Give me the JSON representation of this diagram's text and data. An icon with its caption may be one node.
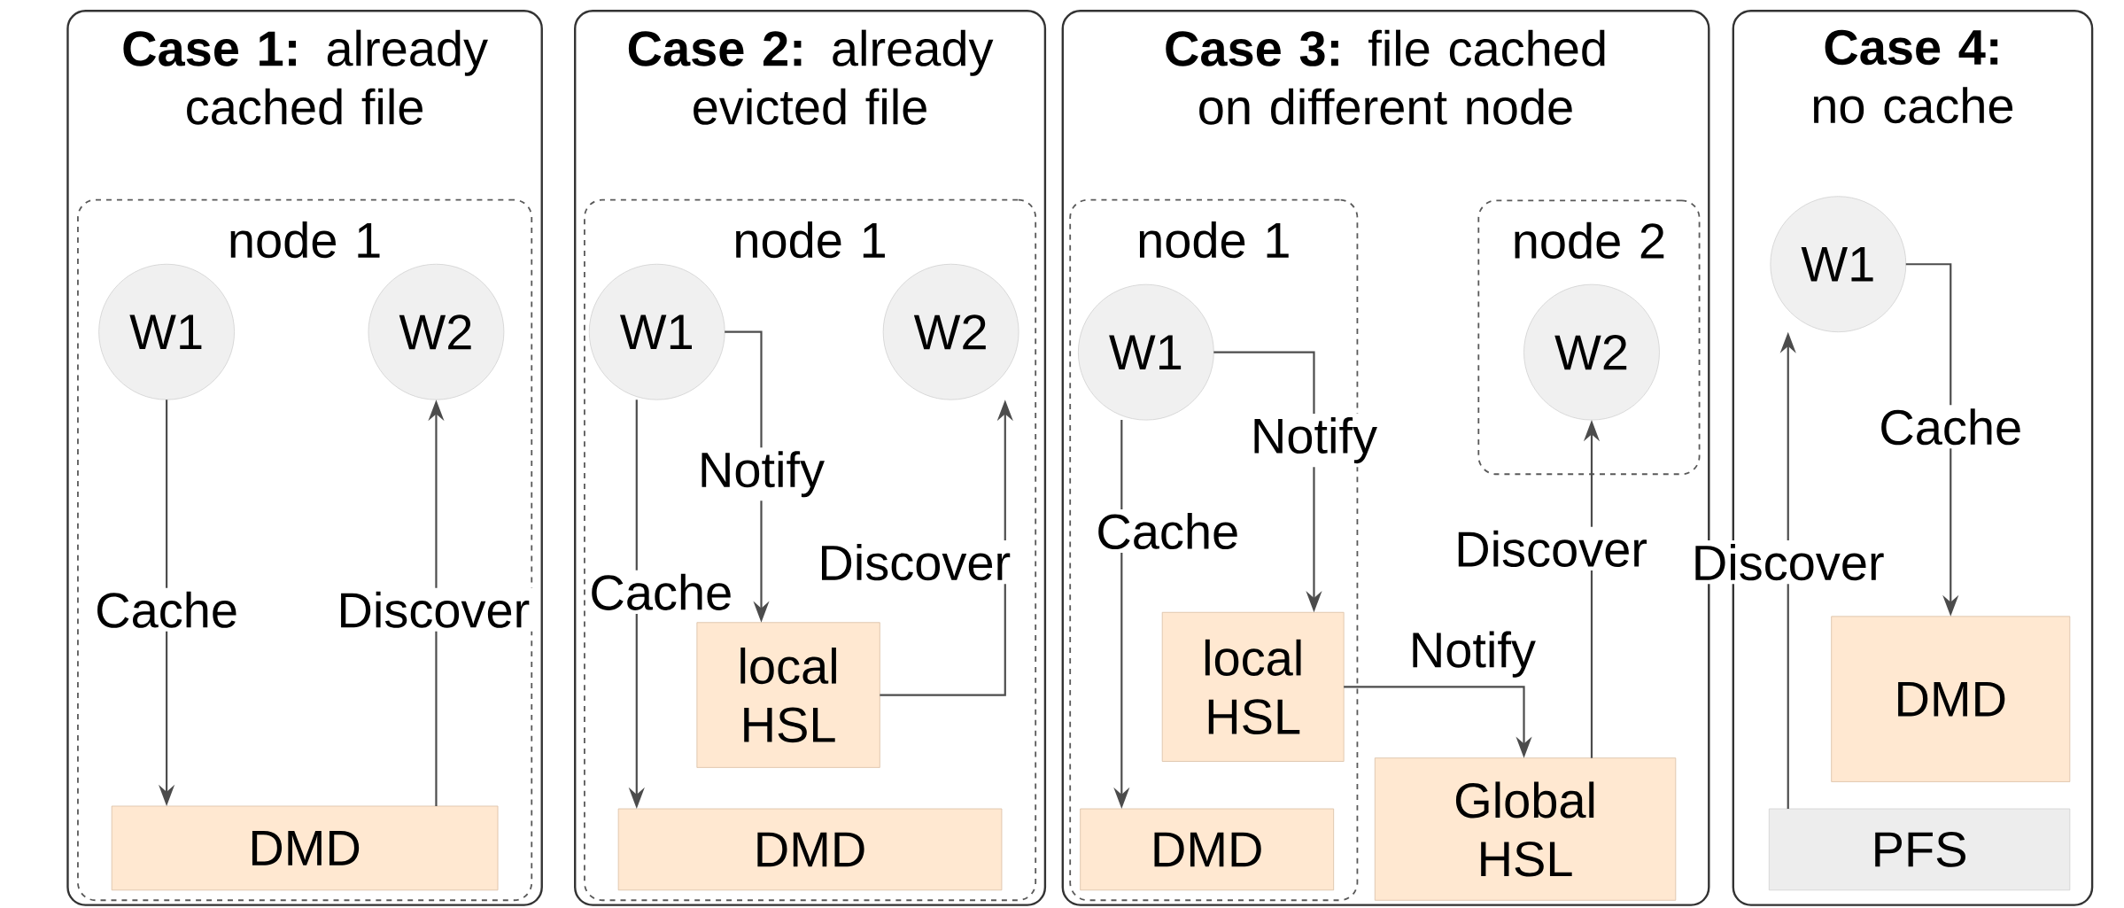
{
  "diagram": {
    "nodes": [
      {
        "text": [
          "**Case 1:** already cached file"
        ]
      },
      {
        "text": [
          "node 1"
        ],
        "in": 0
      },
      {
        "text": [
          "W1"
        ],
        "in": 1
      },
      {
        "text": [
          "W2"
        ],
        "in": 1
      },
      {
        "text": [
          "DMD"
        ],
        "in": 1
      },
      {
        "text": [
          "**Case 2:** already evicted file"
        ]
      },
      {
        "text": [
          "node 1"
        ],
        "in": 5
      },
      {
        "text": [
          "W1"
        ],
        "in": 6
      },
      {
        "text": [
          "W2"
        ],
        "in": 6
      },
      {
        "text": [
          "local HSL"
        ],
        "in": 6
      },
      {
        "text": [
          "DMD"
        ],
        "in": 6
      },
      {
        "text": [
          "**Case 3:** file cached on different node"
        ]
      },
      {
        "text": [
          "node 1"
        ],
        "in": 11
      },
      {
        "text": [
          "node 2"
        ],
        "in": 11
      },
      {
        "text": [
          "W1"
        ],
        "in": 12
      },
      {
        "text": [
          "W2"
        ],
        "in": 13
      },
      {
        "text": [
          "local HSL"
        ],
        "in": 12
      },
      {
        "text": [
          "DMD"
        ],
        "in": 12
      },
      {
        "text": [
          "Global HSL"
        ],
        "in": 11
      },
      {
        "text": [
          "**Case 4:** no cache"
        ]
      },
      {
        "text": [
          "W1"
        ],
        "in": 19
      },
      {
        "text": [
          "DMD"
        ],
        "in": 19
      },
      {
        "text": [
          "PFS"
        ],
        "in": 19
      }
    ],
    "edges": [
      {
        "from": 2,
        "to": 4,
        "arrow": "to",
        "label": "Cache"
      },
      {
        "from": 4,
        "to": 3,
        "arrow": "to",
        "label": "Discover"
      },
      {
        "from": 7,
        "to": 10,
        "arrow": "to",
        "label": "Cache"
      },
      {
        "from": 7,
        "to": 9,
        "arrow": "to",
        "label": "Notify"
      },
      {
        "from": 9,
        "to": 8,
        "arrow": "to",
        "label": "Discover"
      },
      {
        "from": 14,
        "to": 17,
        "arrow": "to",
        "label": "Cache"
      },
      {
        "from": 14,
        "to": 16,
        "arrow": "to",
        "label": "Notify"
      },
      {
        "from": 16,
        "to": 18,
        "arrow": "to",
        "label": "Notify"
      },
      {
        "from": 18,
        "to": 15,
        "arrow": "to",
        "label": "Discover"
      },
      {
        "from": 20,
        "to": 21,
        "arrow": "to",
        "label": "Cache"
      },
      {
        "from": 22,
        "to": 20,
        "arrow": "to",
        "label": "Discover"
      }
    ]
  }
}
